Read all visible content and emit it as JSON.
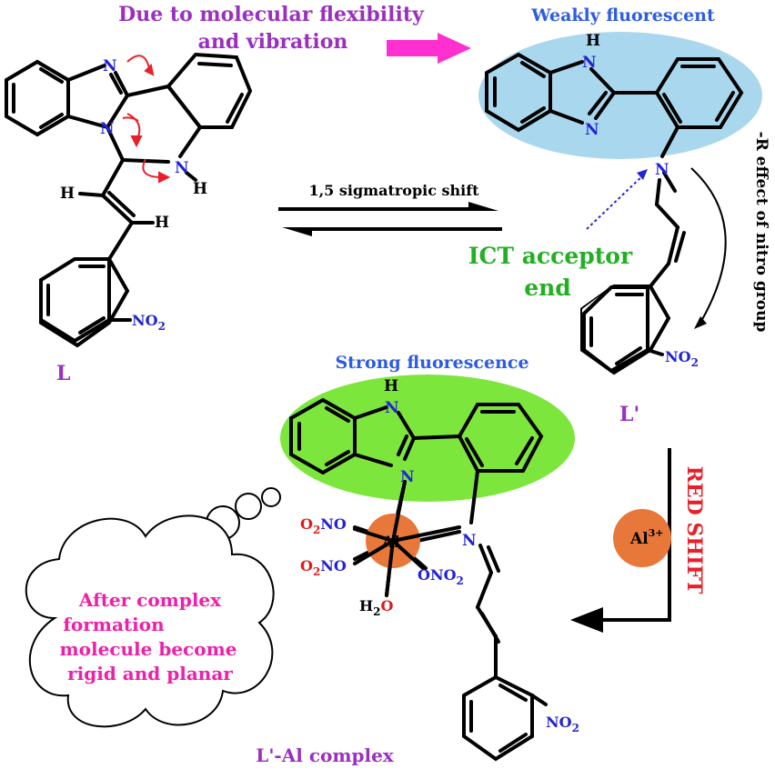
{
  "labels": {
    "flexibility_line1": "Due to molecular flexibility",
    "flexibility_line2": "and vibration",
    "weakly": "Weakly fluorescent",
    "strong": "Strong fluorescence",
    "shift": "1,5 sigmatropic shift",
    "ict_line1": "ICT acceptor",
    "ict_line2": "end",
    "r_effect": "-R effect of nitro group",
    "red_shift": "RED SHIFT",
    "compound_L": "L",
    "compound_Lp": "L'",
    "complex": "L'-Al complex",
    "cloud_line1": "After complex",
    "cloud_line2": "formation",
    "cloud_line3": "molecule become",
    "cloud_line4": "rigid and planar"
  },
  "atoms": {
    "N": "N",
    "NH_N": "N",
    "H": "H",
    "NO2_main": "NO",
    "two": "2",
    "Al": "Al",
    "Al_ion": "Al",
    "Al_charge": "3+",
    "O2NO_O": "O",
    "O2NO_rest": "NO",
    "ONO2_pre": "ONO",
    "H2O_H": "H",
    "H2O_O": "O"
  },
  "colors": {
    "purple": "#9b30c0",
    "blue": "#2d5be3",
    "green": "#22b022",
    "red": "#e8202a",
    "magenta": "#ee1fa8",
    "pink_arrow": "#ff2fd0",
    "light_blue": "#a9d8ee",
    "light_green": "#7de63c",
    "orange": "#e8773a",
    "nitrogen": "#2323d6",
    "oxygen": "#e01a1a"
  }
}
